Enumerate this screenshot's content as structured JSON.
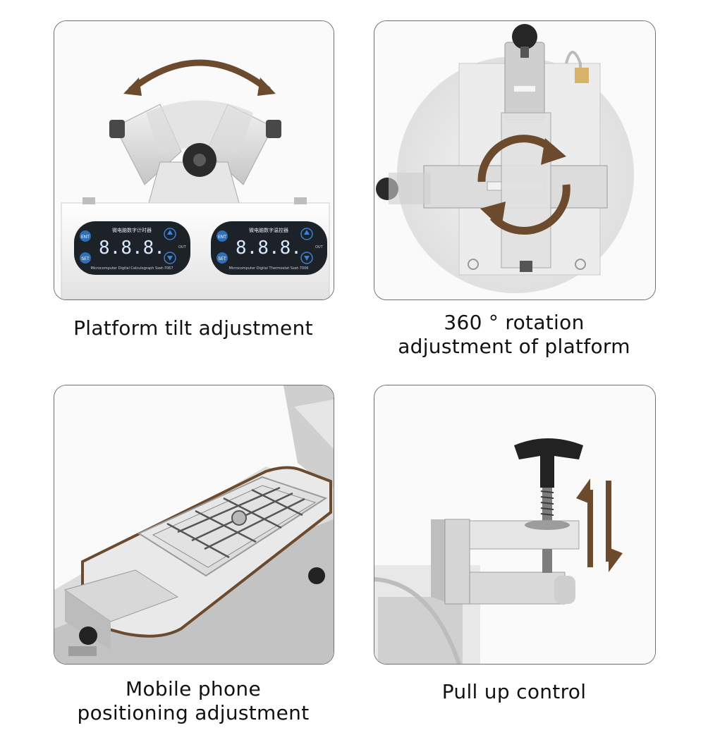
{
  "features": [
    {
      "caption_lines": [
        "Platform tilt adjustment"
      ]
    },
    {
      "caption_lines": [
        "360 ° rotation",
        "adjustment of platform"
      ]
    },
    {
      "caption_lines": [
        "Mobile phone",
        "positioning adjustment"
      ]
    },
    {
      "caption_lines": [
        "Pull up control"
      ]
    }
  ],
  "controllers": [
    {
      "title": "微电脑数字计时器",
      "display": "8.8.8.",
      "model": "Microcomputer Digital Calculograph Sxet-7067",
      "ent_label": "ENT",
      "set_label": "SET",
      "out_label": "OUT"
    },
    {
      "title": "微电脑数字温控器",
      "display": "8.8.8.",
      "model": "Microcomputer Digital Thermostat Sxet-7006",
      "ent_label": "ENT",
      "set_label": "SET",
      "out_label": "OUT"
    }
  ],
  "colors": {
    "accent_brown": "#6b4a2e",
    "card_border": "#6f6f6f",
    "panel_dark": "#1c2228",
    "lcd_red": "#d8e6ff",
    "arrow_blue": "#3b82d6"
  }
}
